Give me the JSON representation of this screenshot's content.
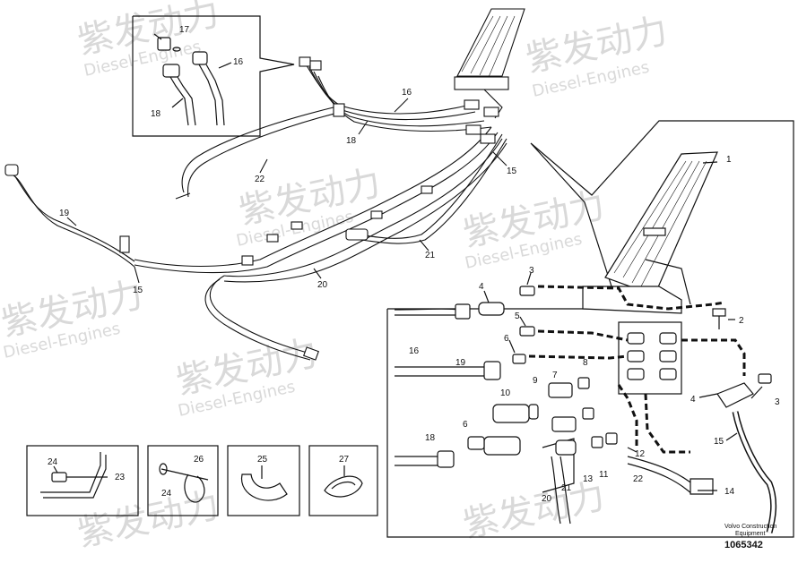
{
  "watermark": {
    "brand_cn": "紫发动力",
    "brand_en": "Diesel-Engines"
  },
  "footer": {
    "line1": "Volvo Construction",
    "line2": "Equipment",
    "drawing_number": "1065342"
  },
  "callouts": {
    "c1": "1",
    "c2": "2",
    "c3a": "3",
    "c3b": "3",
    "c4a": "4",
    "c4b": "4",
    "c5": "5",
    "c6a": "6",
    "c6b": "6",
    "c7": "7",
    "c8": "8",
    "c9": "9",
    "c10": "10",
    "c11": "11",
    "c12": "12",
    "c13": "13",
    "c14": "14",
    "c15a": "15",
    "c15b": "15",
    "c15c": "15",
    "c16a": "16",
    "c16b": "16",
    "c16c": "16",
    "c17": "17",
    "c18a": "18",
    "c18b": "18",
    "c18c": "18",
    "c19a": "19",
    "c19b": "19",
    "c20a": "20",
    "c20b": "20",
    "c21a": "21",
    "c21b": "21",
    "c22a": "22",
    "c22b": "22",
    "c23": "23",
    "c24a": "24",
    "c24b": "24",
    "c25": "25",
    "c26": "26",
    "c27": "27"
  }
}
